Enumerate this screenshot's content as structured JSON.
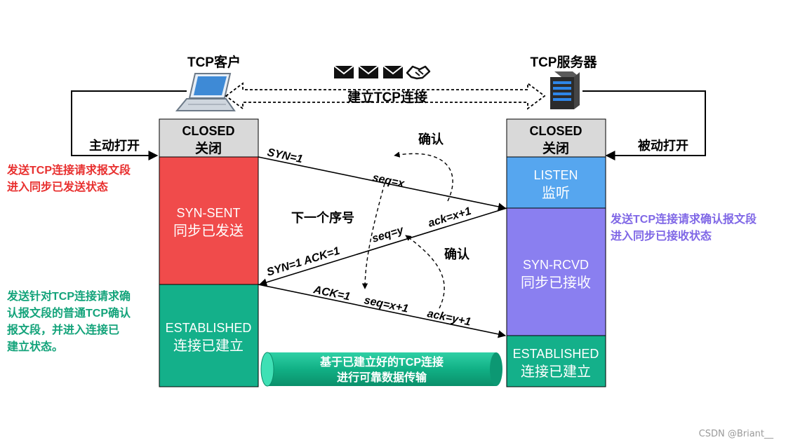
{
  "client": {
    "title": "TCP客户",
    "open_action": "主动打开"
  },
  "server": {
    "title": "TCP服务器",
    "open_action": "被动打开"
  },
  "connection_label": "建立TCP连接",
  "client_states": [
    {
      "en": "CLOSED",
      "zh": "关闭",
      "color": "#d9d9d9"
    },
    {
      "en": "SYN-SENT",
      "zh": "同步已发送",
      "color": "#f04b4b"
    },
    {
      "en": "ESTABLISHED",
      "zh": "连接已建立",
      "color": "#14b08a"
    }
  ],
  "server_states": [
    {
      "en": "CLOSED",
      "zh": "关闭",
      "color": "#d9d9d9"
    },
    {
      "en": "LISTEN",
      "zh": "监听",
      "color": "#56a6ef"
    },
    {
      "en": "SYN-RCVD",
      "zh": "同步已接收",
      "color": "#8a7ff0"
    },
    {
      "en": "ESTABLISHED",
      "zh": "连接已建立",
      "color": "#14b08a"
    }
  ],
  "messages": {
    "m1": {
      "label": "SYN=1",
      "seq": "seq=x"
    },
    "m2": {
      "label": "SYN=1  ACK=1",
      "seq": "seq=y",
      "ack": "ack=x+1"
    },
    "m3": {
      "label": "ACK=1",
      "seq": "seq=x+1",
      "ack": "ack=y+1"
    }
  },
  "annotations": {
    "confirm_1": "确认",
    "confirm_2": "确认",
    "next_seq": "下一个序号",
    "client_note_1": [
      "发送TCP连接请求报文段",
      "进入同步已发送状态"
    ],
    "server_note": [
      "发送TCP连接请求确认报文段",
      "进入同步已接收状态"
    ],
    "client_note_2": [
      "发送针对TCP连接请求确",
      "认报文段的普通TCP确认",
      "报文段，并进入连接已",
      "建立状态。"
    ]
  },
  "pipe_label": [
    "基于已建立好的TCP连接",
    "进行可靠数据传输"
  ],
  "watermark": "CSDN @Briant__",
  "colors": {
    "client_note": "#e8302f",
    "server_note": "#7f67e6",
    "client_note_2": "#13a37a",
    "pipe": "#14b58c"
  }
}
